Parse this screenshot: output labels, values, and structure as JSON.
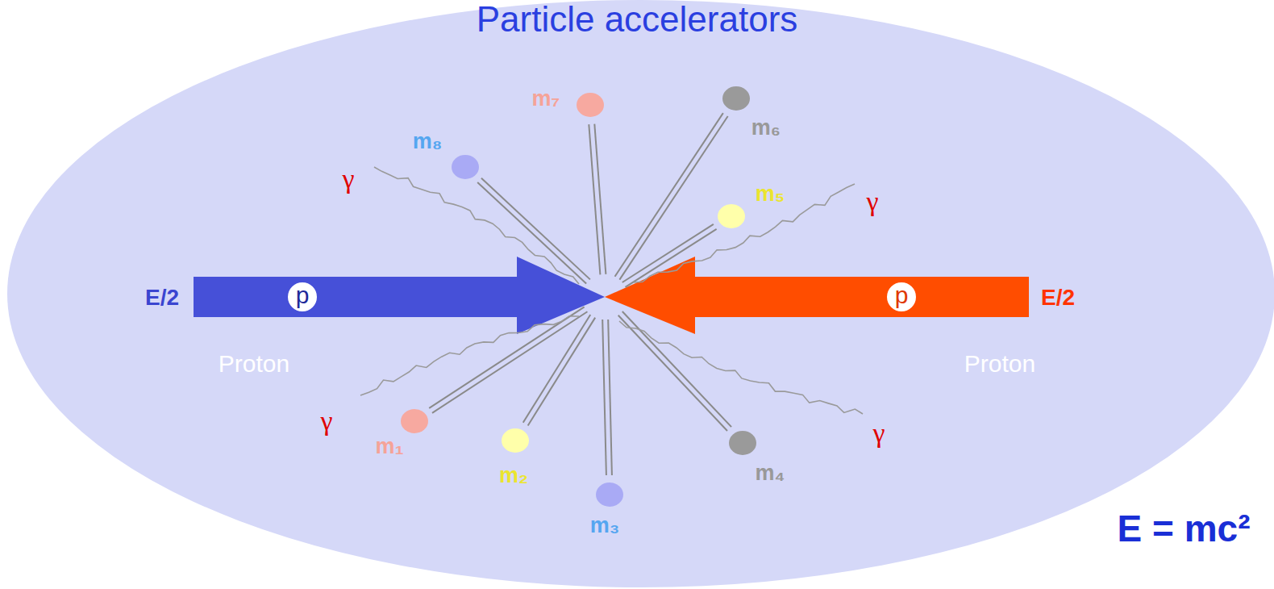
{
  "diagram": {
    "title": "Particle accelerators",
    "nodes": [
      {
        "text": [
          "m₇"
        ]
      },
      {
        "text": [
          "m₆"
        ]
      },
      {
        "text": [
          "m₈"
        ]
      },
      {
        "text": [
          "m₅"
        ]
      },
      {
        "text": [
          "p"
        ]
      },
      {
        "text": [
          "p"
        ]
      },
      {
        "text": [
          "m₁"
        ]
      },
      {
        "text": [
          "m₂"
        ]
      },
      {
        "text": [
          "m₄"
        ]
      },
      {
        "text": [
          "m₃"
        ]
      }
    ],
    "labels": [
      "γ",
      "γ",
      "E/2",
      "E/2",
      "Proton",
      "Proton",
      "γ",
      "γ",
      "E = mc²"
    ]
  }
}
